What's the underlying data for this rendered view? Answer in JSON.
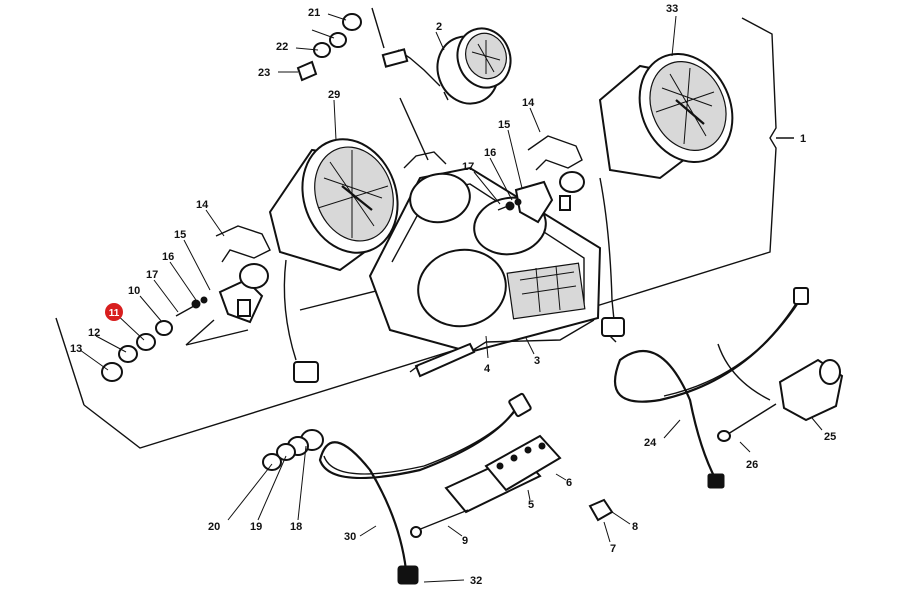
{
  "highlight": {
    "label": "11",
    "color": "#d81e1e"
  },
  "labels": {
    "l1": "1",
    "l2": "2",
    "l3": "3",
    "l4": "4",
    "l5": "5",
    "l6": "6",
    "l7": "7",
    "l8": "8",
    "l9": "9",
    "l10": "10",
    "l11": "11",
    "l12": "12",
    "l13": "13",
    "l14a": "14",
    "l14b": "14",
    "l15a": "15",
    "l15b": "15",
    "l16a": "16",
    "l16b": "16",
    "l17a": "17",
    "l17b": "17",
    "l18": "18",
    "l19": "19",
    "l20": "20",
    "l21": "21",
    "l22": "22",
    "l23": "23",
    "l24": "24",
    "l25": "25",
    "l26": "26",
    "l29": "29",
    "l30": "30",
    "l32": "32",
    "l33": "33"
  },
  "icons": {
    "speedometer": "speedometer-icon",
    "tachometer": "tachometer-icon",
    "small_gauge": "gauge-icon",
    "meter_housing": "meter-housing-icon",
    "cable": "cable-icon",
    "bolt": "bolt-icon",
    "bracket": "bracket-icon",
    "switch": "switch-icon"
  }
}
